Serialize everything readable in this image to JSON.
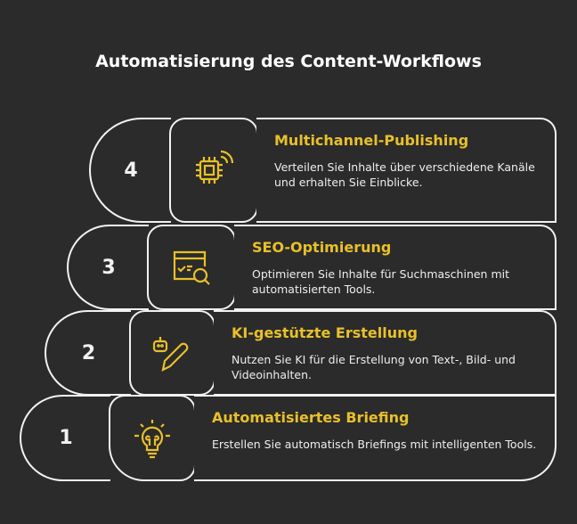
{
  "title": "Automatisierung des Content-Workflows",
  "steps": [
    {
      "num": "4",
      "icon": "chip-wireless-icon",
      "heading": "Multichannel-Publishing",
      "text": "Verteilen Sie Inhalte über verschiedene Kanäle und erhalten Sie Einblicke."
    },
    {
      "num": "3",
      "icon": "seo-search-icon",
      "heading": "SEO-Optimierung",
      "text": "Optimieren Sie Inhalte für Suchmaschinen mit automatisierten Tools."
    },
    {
      "num": "2",
      "icon": "robot-pencil-icon",
      "heading": "KI-gestützte Erstellung",
      "text": "Nutzen Sie KI für die Erstellung von Text-, Bild- und Videoinhalten."
    },
    {
      "num": "1",
      "icon": "lightbulb-icon",
      "heading": "Automatisiertes Briefing",
      "text": "Erstellen Sie automatisch Briefings mit intelligenten Tools."
    }
  ],
  "colors": {
    "accent": "#e8c02a",
    "background": "#2b2b2b"
  }
}
